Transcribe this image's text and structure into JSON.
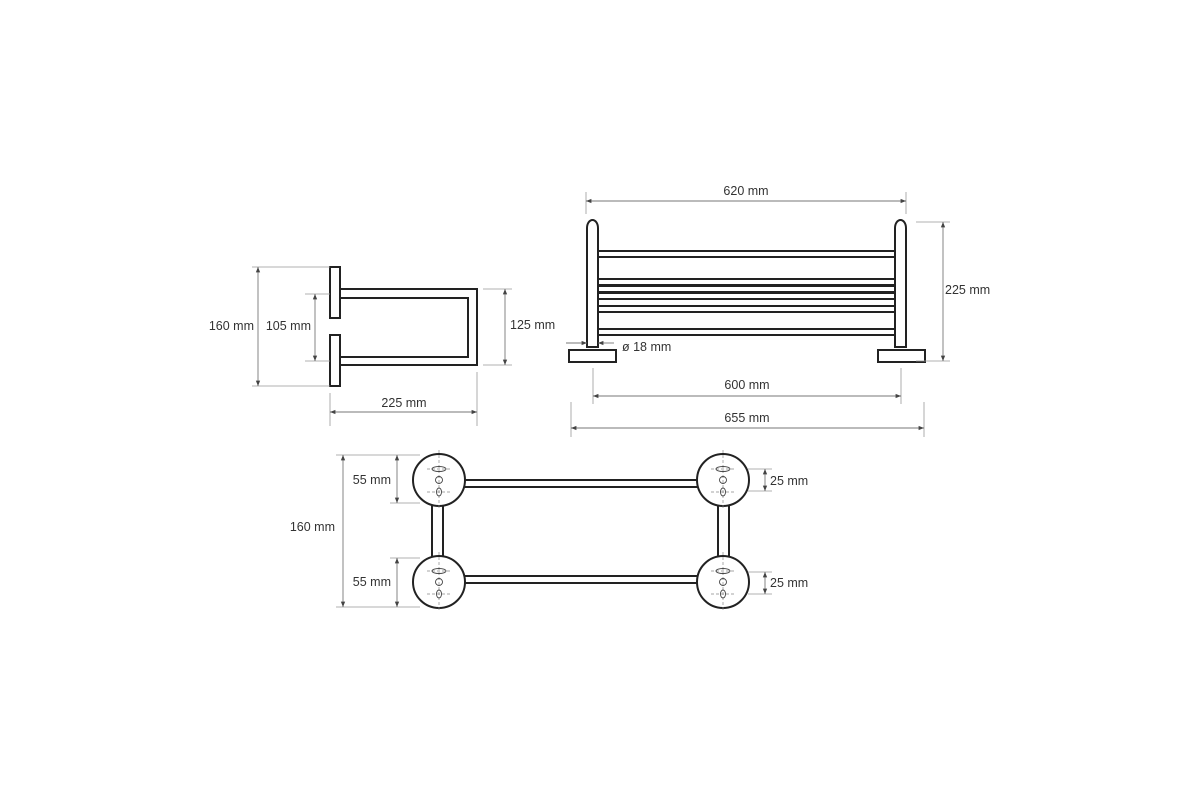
{
  "side_view": {
    "height_total": "160 mm",
    "plate_gap": "105 mm",
    "rail_height": "125 mm",
    "depth": "225 mm"
  },
  "front_view": {
    "post_spacing": "620 mm",
    "height": "225 mm",
    "tube_diameter": "ø 18 mm",
    "inner_width": "600 mm",
    "overall_width": "655 mm"
  },
  "top_view": {
    "height_total": "160 mm",
    "upper_plate": "55 mm",
    "lower_plate": "55 mm",
    "hole_spacing_upper": "25 mm",
    "hole_spacing_lower": "25 mm"
  },
  "colors": {
    "line": "#222222",
    "dimension": "#777777"
  }
}
